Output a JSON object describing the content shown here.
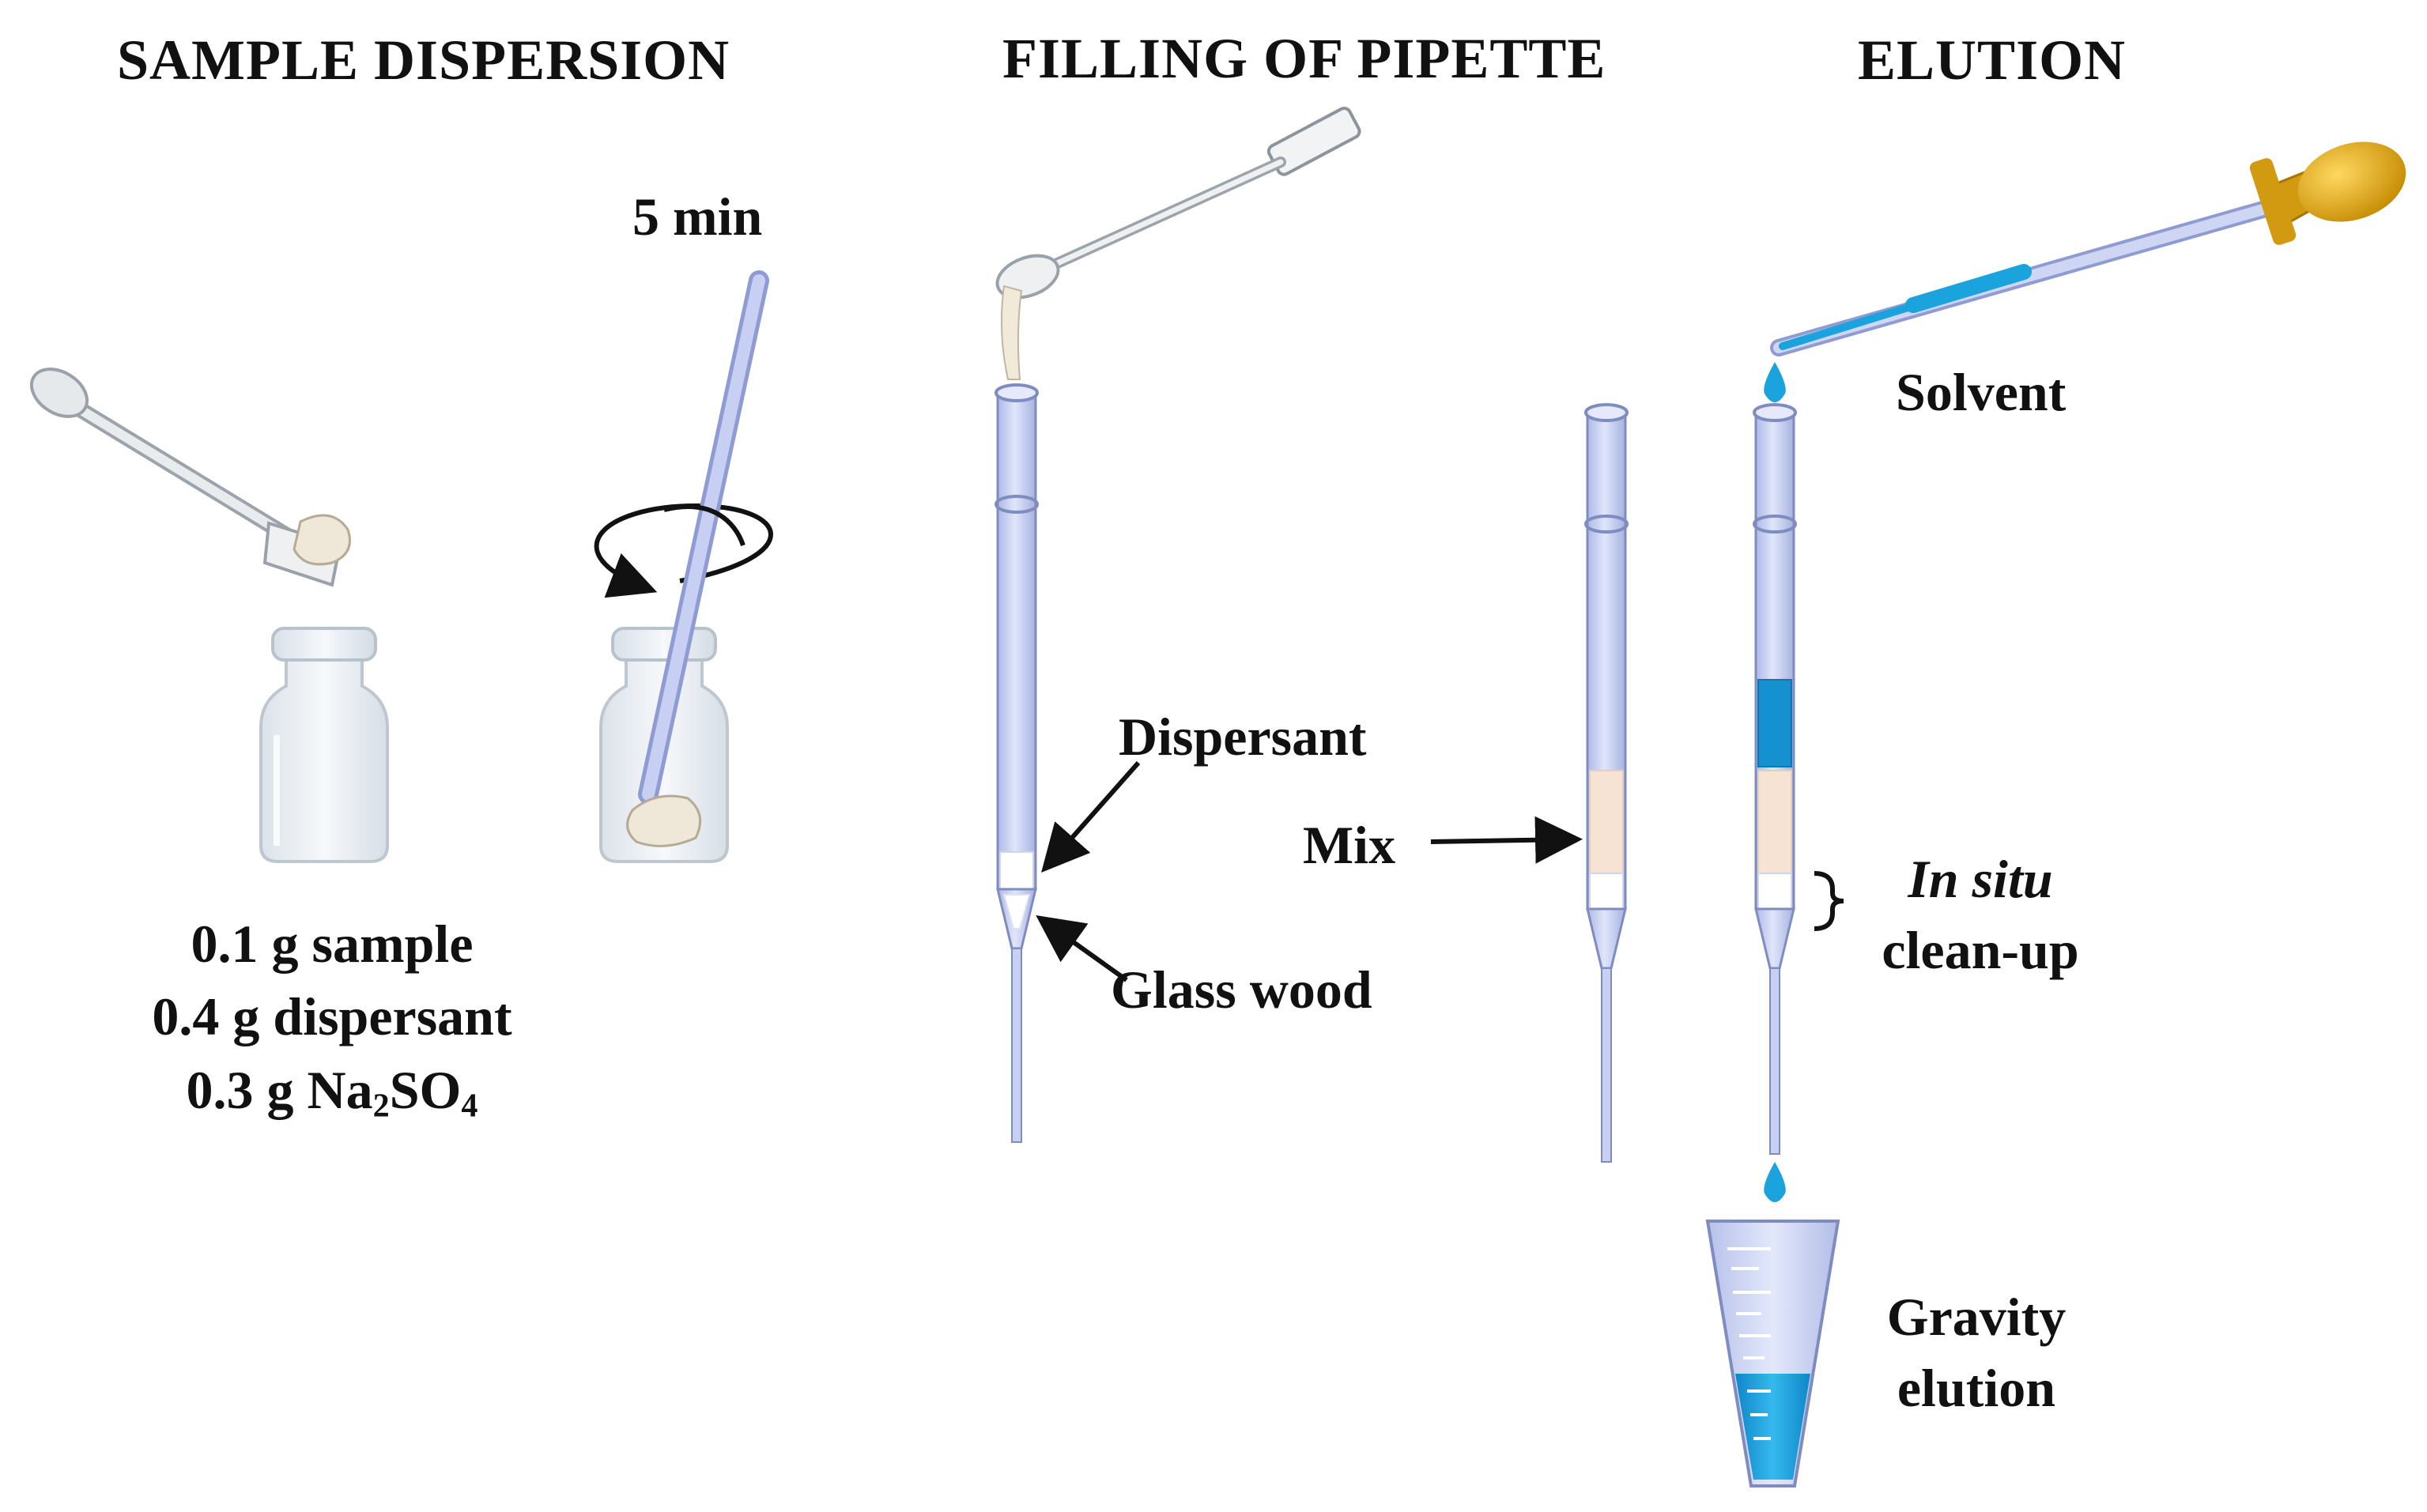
{
  "headers": {
    "sample_dispersion": "SAMPLE DISPERSION",
    "filling_of_pipette": "FILLING OF PIPETTE",
    "elution": "ELUTION"
  },
  "labels": {
    "time": "5 min",
    "sample_amount": "0.1 g sample",
    "dispersant_amount": "0.4 g dispersant",
    "salt_amount_prefix": "0.3 g Na",
    "salt_sub1": "2",
    "salt_mid": "SO",
    "salt_sub2": "4",
    "dispersant": "Dispersant",
    "glass_wood": "Glass wood",
    "mix": "Mix",
    "solvent": "Solvent",
    "in_situ": "In situ",
    "clean_up": "clean-up",
    "gravity": "Gravity",
    "elution": "elution"
  },
  "colors": {
    "glass": "#c9d3f2",
    "glass_edge": "#7f8cbf",
    "mix": "#f6e3d4",
    "solvent": "#1aa3dd",
    "bulb": "#e0a81a",
    "arrow": "#111111"
  }
}
